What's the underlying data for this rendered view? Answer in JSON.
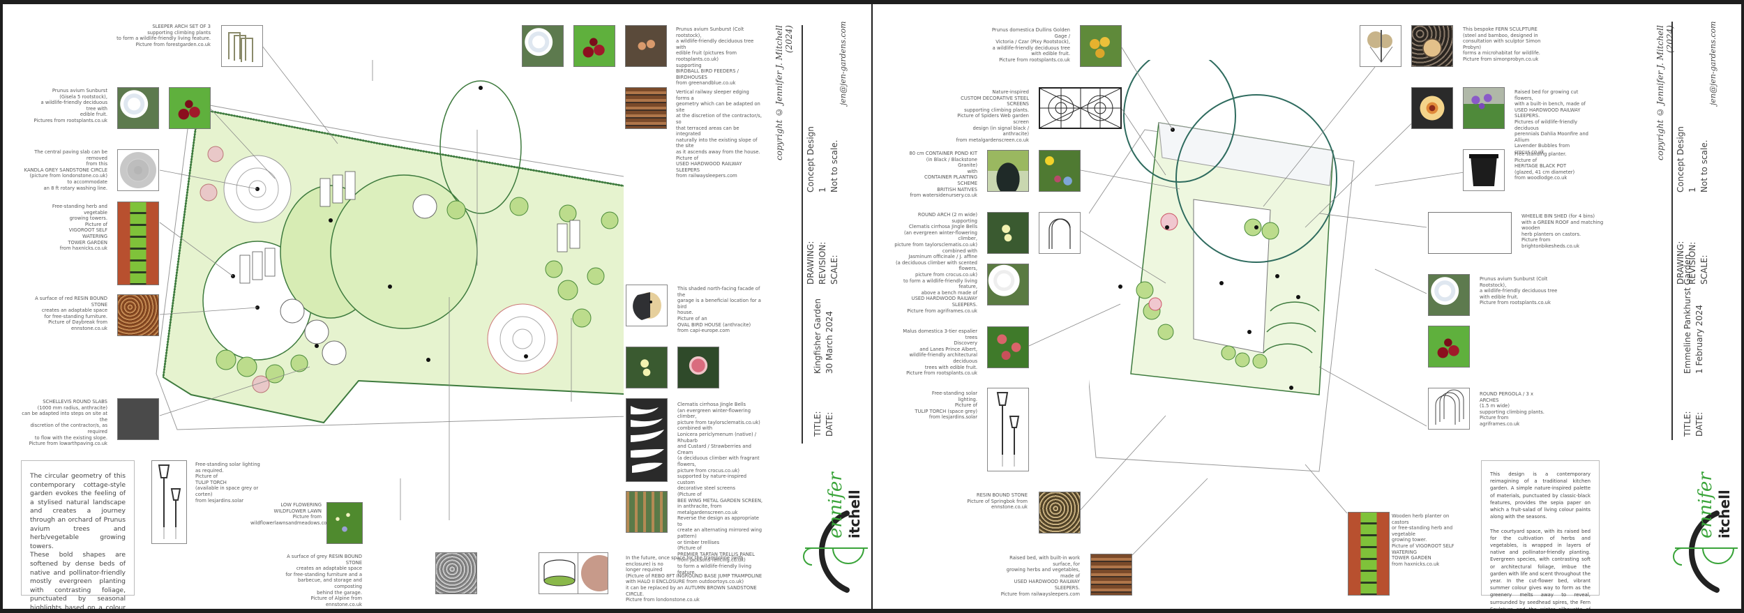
{
  "left_sheet": {
    "title_block": {
      "title_label": "TITLE:",
      "date_label": "DATE:",
      "title": "Kingfisher Garden",
      "date": "30 March 2024",
      "drawing_label": "DRAWING:",
      "revision_label": "REVISION:",
      "scale_label": "SCALE:",
      "drawing": "Concept Design",
      "revision": "1",
      "scale": "Not to scale.",
      "copyright": "copyright © Jennifer J. Mitchell (2024)",
      "email": "jen@jen-gardens.com",
      "logo_first": "ennifer",
      "logo_last": "itchell"
    },
    "description": "The circular geometry of this contemporary cottage-style garden evokes the feeling of a stylised natural landscape and creates a journey through an orchard of Prunus avium trees and herb/vegetable growing towers.\nThese bold shapes are softened by dense beds of native and pollinator-friendly mostly evergreen planting with contrasting foliage, punctuated by seasonal highlights based on a colour palette of blue-purple, pink and a hint of red, and architectural spires of decorative seedheads.",
    "annotations": [
      {
        "id": "sleeper-arch",
        "text": "SLEEPER ARCH SET OF 3\nsupporting climbing plants\nto form a wildlife-friendly living feature.\nPicture from forestgarden.co.uk",
        "image": "sleeper-arch-icon"
      },
      {
        "id": "prunus-gisela",
        "text": "Prunus avium Sunburst\n(Gisela 5 rootstock),\na wildlife-friendly deciduous tree with\nedible fruit.\nPictures from rootsplants.co.uk",
        "images": [
          "cherry-blossom-photo",
          "cherries-photo"
        ]
      },
      {
        "id": "kandla-circle",
        "text": "The central paving slab can be removed\nfrom this\nKANDLA GREY SANDSTONE CIRCLE\n(picture from londonstone.co.uk)\nto accommodate\nan 8 ft rotary washing line.",
        "image": "grey-sandstone-circle-icon"
      },
      {
        "id": "tower-garden",
        "text": "Free-standing herb and vegetable\ngrowing towers.\nPicture of\nVIGOROOT SELF WATERING\nTOWER GARDEN\nfrom haxnicks.co.uk",
        "image": "tower-garden-photo"
      },
      {
        "id": "red-resin",
        "text": "A surface of red RESIN BOUND STONE\ncreates an adaptable space\nfor free-standing furniture.\nPicture of Daybreak from ennstone.co.uk",
        "image": "red-resin-photo"
      },
      {
        "id": "schellevis-slabs",
        "text": "SCHELLEVIS ROUND SLABS\n(1000 mm radius, anthracite)\ncan be adapted into steps on site at the\ndiscretion of the contractor/s, as required\nto flow with the existing slope.\nPicture from lowarthpaving.co.uk",
        "image": "anthracite-slab-photo"
      },
      {
        "id": "tulip-torch",
        "text": "Free-standing solar lighting as required.\nPicture of\nTULIP TORCH\n(available in space grey or corten)\nfrom lesjardins.solar",
        "image": "tulip-torch-icon"
      },
      {
        "id": "wildflower-lawn",
        "text": "LOW FLOWERING WILDFLOWER LAWN\nPicture from\nwildflowerlawnsandmeadows.com",
        "image": "wildflower-photo"
      },
      {
        "id": "grey-resin",
        "text": "A surface of grey RESIN BOUND STONE\ncreates an adaptable space\nfor free-standing furniture and a\nbarbecue, and storage and composting\nbehind the garage.\nPicture of Alpine from ennstone.co.uk",
        "image": "grey-resin-photo"
      },
      {
        "id": "prunus-colt",
        "text": "Prunus avium Sunburst (Colt rootstock),\na wildlife-friendly deciduous tree with\nedible fruit (pictures from rootsplants.co.uk)\nsupporting\nBIRDBALL BIRD FEEDERS / BIRDHOUSES\nfrom greenandblue.co.uk",
        "images": [
          "cherry-blossom-photo",
          "cherries-photo",
          "birdball-photo"
        ]
      },
      {
        "id": "sleeper-edging",
        "text": "Vertical railway sleeper edging forms a\ngeometry which can be adapted on site\nat the discretion of the contractor/s, so\nthat terraced areas can be integrated\nnaturally into the existing slope of the site\nas it ascends away from the house.\nPicture of\nUSED HARDWOOD RAILWAY SLEEPERS\nfrom railwaysleepers.com",
        "image": "railway-sleepers-photo"
      },
      {
        "id": "bird-house",
        "text": "This shaded north-facing facade of the\ngarage is a beneficial location for a bird\nhouse.\nPicture of an\nOVAL BIRD HOUSE (anthracite)\nfrom capi-europe.com",
        "image": "oval-bird-house-icon"
      },
      {
        "id": "clematis-screens",
        "text": "Clematis cirrhosa Jingle Bells\n(an evergreen winter-flowering climber,\npicture from taylorsclematis.co.uk)\ncombined with\nLonicera periclymenum (native) / Rhubarb\nand Custard / Strawberries and Cream\n(a deciduous climber with fragrant flowers,\npicture from crocus.co.uk)\nsupported by nature-inspired custom\ndecorative steel screens\n(Picture of\nBEE WING METAL GARDEN SCREEN,\nin anthracite, from metalgardenscreen.co.uk\nReverse the design as appropriate to\ncreate an alternating mirrored wing\npattern)\nor timber trellises\n(Picture of\nPREMIER TARTAN TRELLIS PANEL\nfrom jacksons-fencing.co.uk)\nto form a wildlife-friendly living feature.",
        "images": [
          "clematis-photo",
          "honeysuckle-photo",
          "bee-wing-screen-icon",
          "trellis-photo"
        ]
      },
      {
        "id": "trampoline",
        "text": "In the future, once space for the trampoline (with enclosure) is no\nlonger required\n(Picture of REBO 8FT INGROUND BASE JUMP TRAMPOLINE\nwith HALO II ENCLOSURE from outdoortoys.co.uk)\nit can be replaced by an AUTUMN BROWN SANDSTONE CIRCLE.\nPicture from londonstone.co.uk",
        "images": [
          "trampoline-icon",
          "autumn-brown-circle-icon"
        ]
      }
    ]
  },
  "right_sheet": {
    "title_block": {
      "title_label": "TITLE:",
      "date_label": "DATE:",
      "title": "Emmeline Pankhurst Garden",
      "date": "1 February 2024",
      "drawing_label": "DRAWING:",
      "revision_label": "REVISION:",
      "scale_label": "SCALE:",
      "drawing": "Concept Design",
      "revision": "1",
      "scale": "Not to scale.",
      "copyright": "copyright © Jennifer J. Mitchell (2024)",
      "email": "jen@jen-gardens.com",
      "logo_first": "ennifer",
      "logo_last": "itchell"
    },
    "description": "This design is a contemporary reimagining of a traditional kitchen garden. A simple nature-inspired palette of materials, punctuated by classic-black features, provides the sepia paper on which a fruit-salad of living colour paints along with the seasons.\n\nThe courtyard space, with its raised bed for the cultivation of herbs and vegetables, is wrapped in layers of native and pollinator-friendly planting. Evergreen species, with contrasting soft or architectural foliage, imbue the garden with life and scent throughout the year. In the cut-flower bed, vibrant summer colour gives way to form as the greenery melts away to reveal, surrounded by seedhead spires, the Fern Sculpture and the winter silhouette of the Prunus domestica tree.",
    "annotations": [
      {
        "id": "prunus-domestica",
        "text": "Prunus domestica Dullins Golden Gage /\nVictoria / Czar (Pixy Rootstock),\na wildlife-friendly deciduous tree\nwith edible fruit.\nPicture from rootsplants.co.uk",
        "image": "golden-gage-photo"
      },
      {
        "id": "steel-screens",
        "text": "Nature-inspired\nCUSTOM DECORATIVE STEEL SCREENS\nsupporting climbing plants.\nPicture of Spiders Web garden screen\ndesign (in signal black / anthracite)\nfrom metalgardenscreen.co.uk",
        "image": "spiders-web-screen-icon"
      },
      {
        "id": "container-pond",
        "text": "80 cm CONTAINER POND KIT\n(in Black / Blackstone Granite)\nwith\nCONTAINER PLANTING SCHEME\nBRITISH NATIVES\nfrom watersidenursery.co.uk",
        "images": [
          "container-pond-photo",
          "native-planting-photo"
        ]
      },
      {
        "id": "round-arch",
        "text": "ROUND ARCH (2 m wide)\nsupporting\nClematis cirrhosa Jingle Bells\n(an evergreen winter-flowering climber,\npicture from taylorsclematis.co.uk)\ncombined with\nJasminum officinale / J. affine\n(a deciduous climber with scented flowers,\npicture from crocus.co.uk)\nto form a wildlife-friendly living feature,\nabove a bench made of\nUSED HARDWOOD RAILWAY SLEEPERS.\nPicture from agriframes.co.uk",
        "images": [
          "clematis-photo",
          "round-arch-icon",
          "jasmine-photo"
        ]
      },
      {
        "id": "malus-espalier",
        "text": "Malus domestica 3-tier espalier trees\nDiscovery\nand Lanes Prince Albert,\nwildlife-friendly architectural deciduous\ntrees with edible fruit.\nPicture from rootsplants.co.uk",
        "image": "apples-photo"
      },
      {
        "id": "tulip-torch",
        "text": "Free-standing solar lighting.\nPicture of\nTULIP TORCH (space grey)\nfrom lesjardins.solar",
        "image": "tulip-torch-icon"
      },
      {
        "id": "resin-springbok",
        "text": "RESIN BOUND STONE\nPicture of Springbok from ennstone.co.uk",
        "image": "springbok-resin-photo"
      },
      {
        "id": "raised-bed",
        "text": "Raised bed, with built-in work surface, for\ngrowing herbs and vegetables, made of\nUSED HARDWOOD RAILWAY SLEEPERS.\nPicture from railwaysleepers.com",
        "image": "railway-sleepers-photo"
      },
      {
        "id": "fern-sculpture",
        "text": "This bespoke FERN SCULPTURE\n(steel and bamboo, designed in\nconsultation with sculptor Simon Probyn)\nforms a microhabitat for wildlife.\nPicture from simonprobyn.co.uk",
        "images": [
          "fern-sculpture-icon",
          "bug-hotel-photo"
        ]
      },
      {
        "id": "cut-flower-bed",
        "text": "Raised bed for growing cut flowers,\nwith a built-in bench, made of\nUSED HARDWOOD RAILWAY SLEEPERS.\nPictures of wildlife-friendly deciduous\nperennials Dahlia Moonfire and Allium\nLavender Bubbles from crocus.co.uk",
        "images": [
          "dahlia-photo",
          "allium-photo"
        ]
      },
      {
        "id": "black-pot",
        "text": "Free-standing planter.\nPicture of\nHERITAGE BLACK POT\n(glazed, 41 cm diameter)\nfrom woodlodge.co.uk",
        "image": "black-pot-icon"
      },
      {
        "id": "bin-shed",
        "text": "WHEELIE BIN SHED (for 4 bins)\nwith a GREEN ROOF and matching wooden\nherb planters on castors.\nPicture from brightonbikesheds.co.uk",
        "image": "green-roof-photo"
      },
      {
        "id": "prunus-avium",
        "text": "Prunus avium Sunburst (Colt Rootstock),\na wildlife-friendly deciduous tree\nwith edible fruit.\nPicture from rootsplants.co.uk",
        "images": [
          "cherry-blossom-photo",
          "cherries-photo"
        ]
      },
      {
        "id": "round-pergola",
        "text": "ROUND PERGOLA / 3 x ARCHES\n(1.5 m wide)\nsupporting climbing plants.\nPicture from agriframes.co.uk",
        "image": "pergola-icon"
      },
      {
        "id": "herb-planter",
        "text": "Wooden herb planter on castors\nor free-standing herb and vegetable\ngrowing tower.\nPicture of VIGOROOT SELF WATERING\nTOWER GARDEN\nfrom haxnicks.co.uk",
        "image": "tower-garden-photo"
      }
    ]
  },
  "colors": {
    "frame": "#1e1e1e",
    "paper": "#ffffff",
    "planting_green": "#cfe8a8",
    "outline_green": "#3d7a3d",
    "logo_green": "#3aa43a",
    "logo_black": "#222222",
    "text_grey": "#555555"
  }
}
